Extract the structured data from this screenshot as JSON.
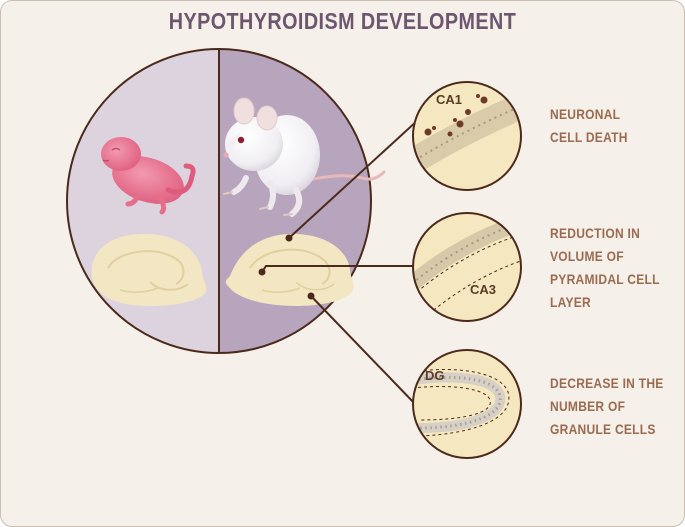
{
  "title": "HYPOTHYROIDISM DEVELOPMENT",
  "panels": [
    {
      "region": "CA1",
      "label": "NEURONAL\nCELL DEATH"
    },
    {
      "region": "CA3",
      "label": "REDUCTION IN\nVOLUME OF\nPYRAMIDAL CELL\nLAYER"
    },
    {
      "region": "DG",
      "label": "DECREASE IN THE\nNUMBER OF\nGRANULE CELLS"
    }
  ],
  "colors": {
    "title": "#6e566f",
    "label": "#9a6b4e",
    "circle_left": "#ddd3de",
    "circle_right": "#b7a4bd",
    "brain": "#f3e6c2",
    "outline": "#4b2a1c",
    "pup": "#e66e8a",
    "background": "#f5f0ea"
  }
}
